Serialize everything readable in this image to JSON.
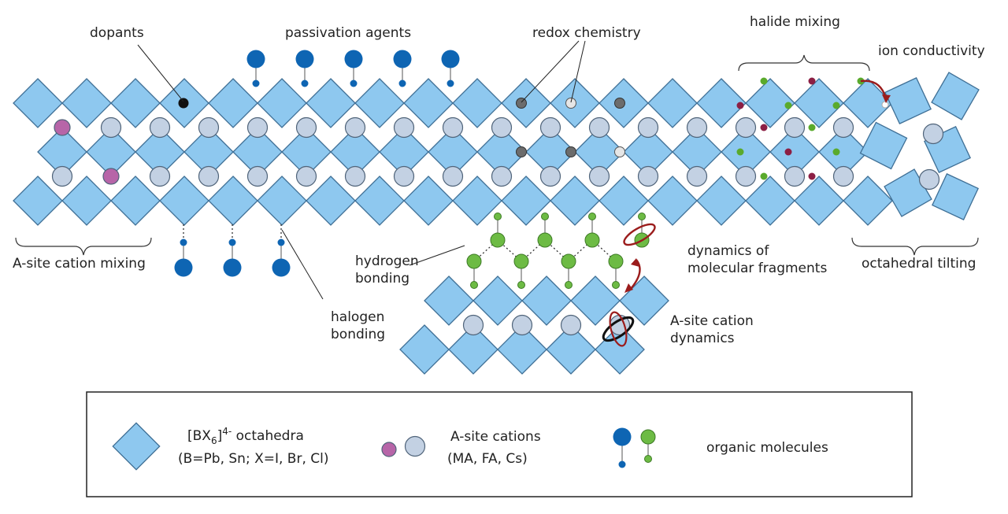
{
  "labels": {
    "dopants": "dopants",
    "passivation_agents": "passivation agents",
    "redox_chemistry": "redox chemistry",
    "halide_mixing": "halide mixing",
    "ion_conductivity": "ion conductivity",
    "a_site_cation_mixing": "A-site cation mixing",
    "halogen_bonding_1": "halogen",
    "halogen_bonding_2": "bonding",
    "hydrogen_bonding_1": "hydrogen",
    "hydrogen_bonding_2": "bonding",
    "dynamics_molecular_1": "dynamics of",
    "dynamics_molecular_2": "molecular fragments",
    "octahedral_tilting": "octahedral tilting",
    "a_site_dynamics_1": "A-site cation",
    "a_site_dynamics_2": "dynamics"
  },
  "legend": {
    "octahedra_title_bx": "[BX",
    "octahedra_title_sub": "6",
    "octahedra_title_sup": "]",
    "octahedra_title_charge": "4-",
    "octahedra_title_rest": " octahedra",
    "octahedra_composition": "(B=Pb, Sn; X=I, Br, Cl)",
    "a_site_title": "A-site cations",
    "a_site_composition": "(MA, FA, Cs)",
    "organic_title": "organic molecules"
  },
  "colors": {
    "octahedra": "#8ec8ef",
    "a_cation": "#c3d1e3",
    "a_cation_dopant": "#b765a8",
    "passivation": "#0e65b3",
    "organic_green": "#6dbb44",
    "halide_red": "#8c1f44",
    "halide_green": "#5aaa2c",
    "redox_dark": "#6c6c6c",
    "redox_light": "#e6e6e6",
    "arrow_red": "#9b1c1c"
  }
}
